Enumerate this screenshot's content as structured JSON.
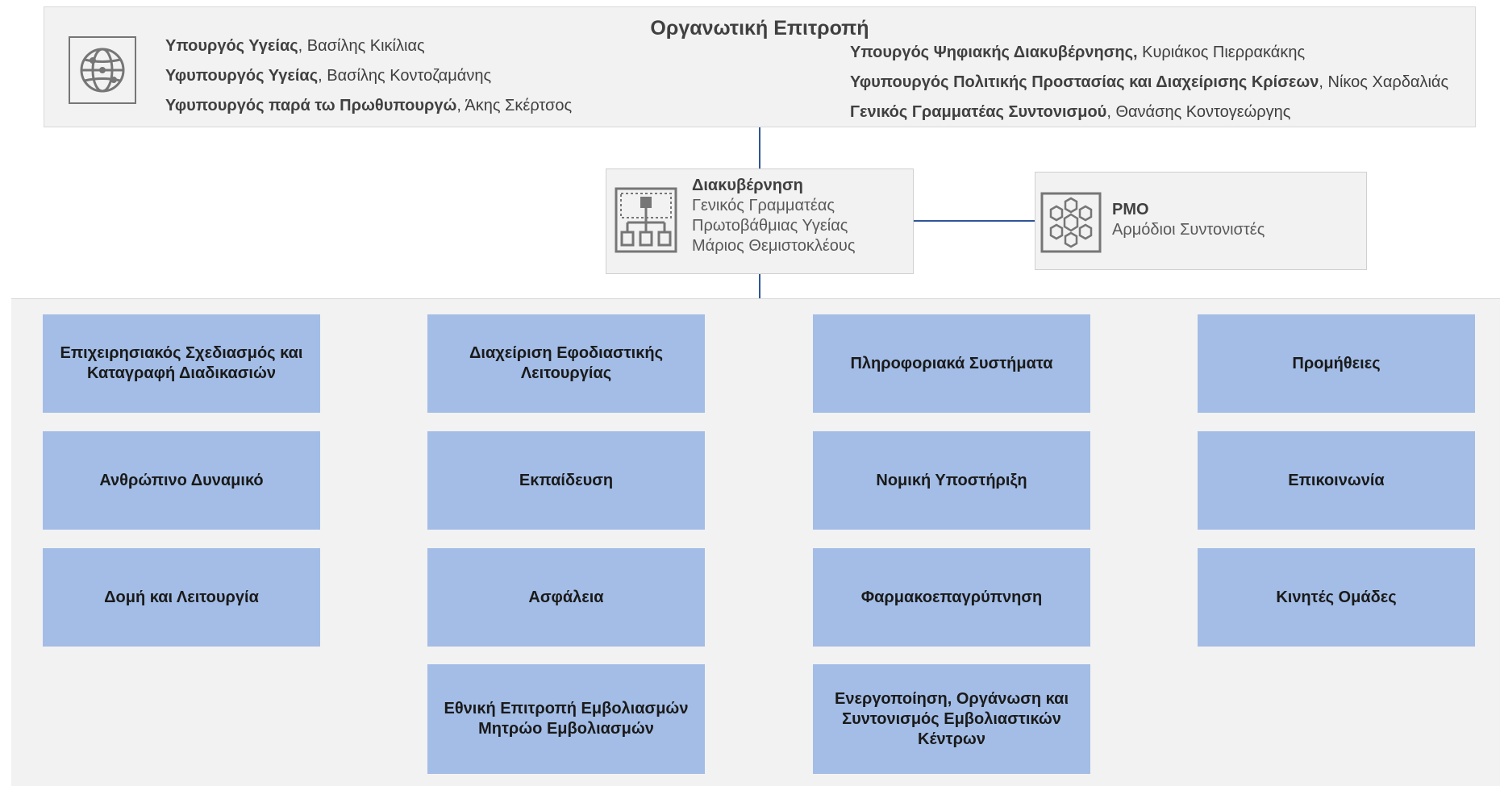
{
  "organizing_committee": {
    "title": "Οργανωτική Επιτροπή",
    "icon": "globe-network-icon",
    "left_members": [
      {
        "role": "Υπουργός Υγείας",
        "name": ", Βασίλης Κικίλιας"
      },
      {
        "role": "Υφυπουργός Υγείας",
        "name": ", Βασίλης Κοντοζαμάνης"
      },
      {
        "role": "Υφυπουργός παρά τω Πρωθυπουργώ",
        "name": ", Άκης Σκέρτσος"
      }
    ],
    "right_members": [
      {
        "role": "Υπουργός Ψηφιακής Διακυβέρνησης,",
        "name": " Κυριάκος Πιερρακάκης"
      },
      {
        "role": "Υφυπουργός Πολιτικής Προστασίας και Διαχείρισης Κρίσεων",
        "name": ", Νίκος Χαρδαλιάς"
      },
      {
        "role": "Γενικός Γραμματέας Συντονισμού",
        "name": ", Θανάσης Κοντογεώργης"
      }
    ]
  },
  "governance": {
    "icon": "org-hierarchy-icon",
    "title": "Διακυβέρνηση",
    "lines": [
      "Γενικός Γραμματέας",
      "Πρωτοβάθμιας Υγείας",
      "Μάριος Θεμιστοκλέους"
    ]
  },
  "pmo": {
    "icon": "hexagon-network-icon",
    "title": "PMO",
    "subtitle": "Αρμόδιοι Συντονιστές"
  },
  "units": [
    [
      "Επιχειρησιακός Σχεδιασμός και Καταγραφή Διαδικασιών",
      "Ανθρώπινο Δυναμικό",
      "Δομή και Λειτουργία"
    ],
    [
      "Διαχείριση Εφοδιαστικής Λειτουργίας",
      "Εκπαίδευση",
      "Ασφάλεια",
      "Εθνική Επιτροπή Εμβολιασμών Μητρώο Εμβολιασμών"
    ],
    [
      "Πληροφοριακά Συστήματα",
      "Νομική Υποστήριξη",
      "Φαρμακοεπαγρύπνηση",
      "Ενεργοποίηση, Οργάνωση και Συντονισμός Εμβολιαστικών Κέντρων"
    ],
    [
      "Προμήθειες",
      "Επικοινωνία",
      "Κινητές Ομάδες"
    ]
  ],
  "colors": {
    "unit_fill": "#a3bde6",
    "connector": "#2f5597",
    "panel": "#f2f2f2"
  }
}
